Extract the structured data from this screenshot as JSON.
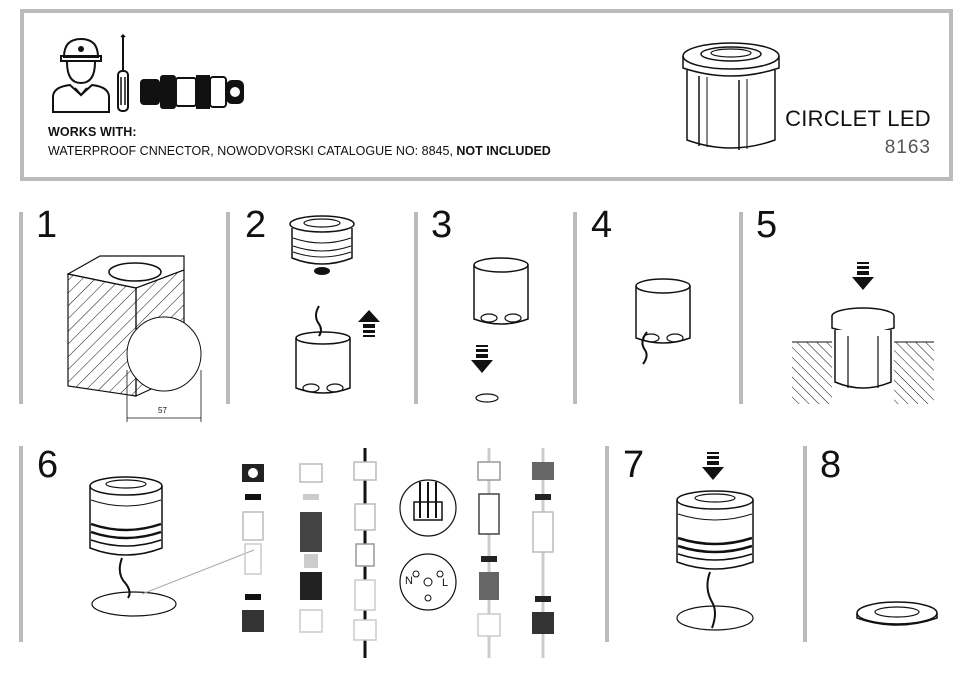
{
  "header": {
    "works_with_label": "WORKS WITH:",
    "compat_text": "WATERPROOF CNNECTOR, NOWODVORSKI CATALOGUE NO: 8845, ",
    "compat_bold": "NOT INCLUDED",
    "product_name": "CIRCLET LED",
    "product_number": "8163"
  },
  "steps": [
    {
      "number": "1",
      "dimension": "57"
    },
    {
      "number": "2"
    },
    {
      "number": "3"
    },
    {
      "number": "4"
    },
    {
      "number": "5"
    },
    {
      "number": "6"
    },
    {
      "number": "7"
    },
    {
      "number": "8"
    }
  ],
  "connector_pins": [
    "N",
    "L"
  ],
  "icons": [
    "worker-icon",
    "screwdriver-icon",
    "connector-icon",
    "product-lamp-icon"
  ]
}
